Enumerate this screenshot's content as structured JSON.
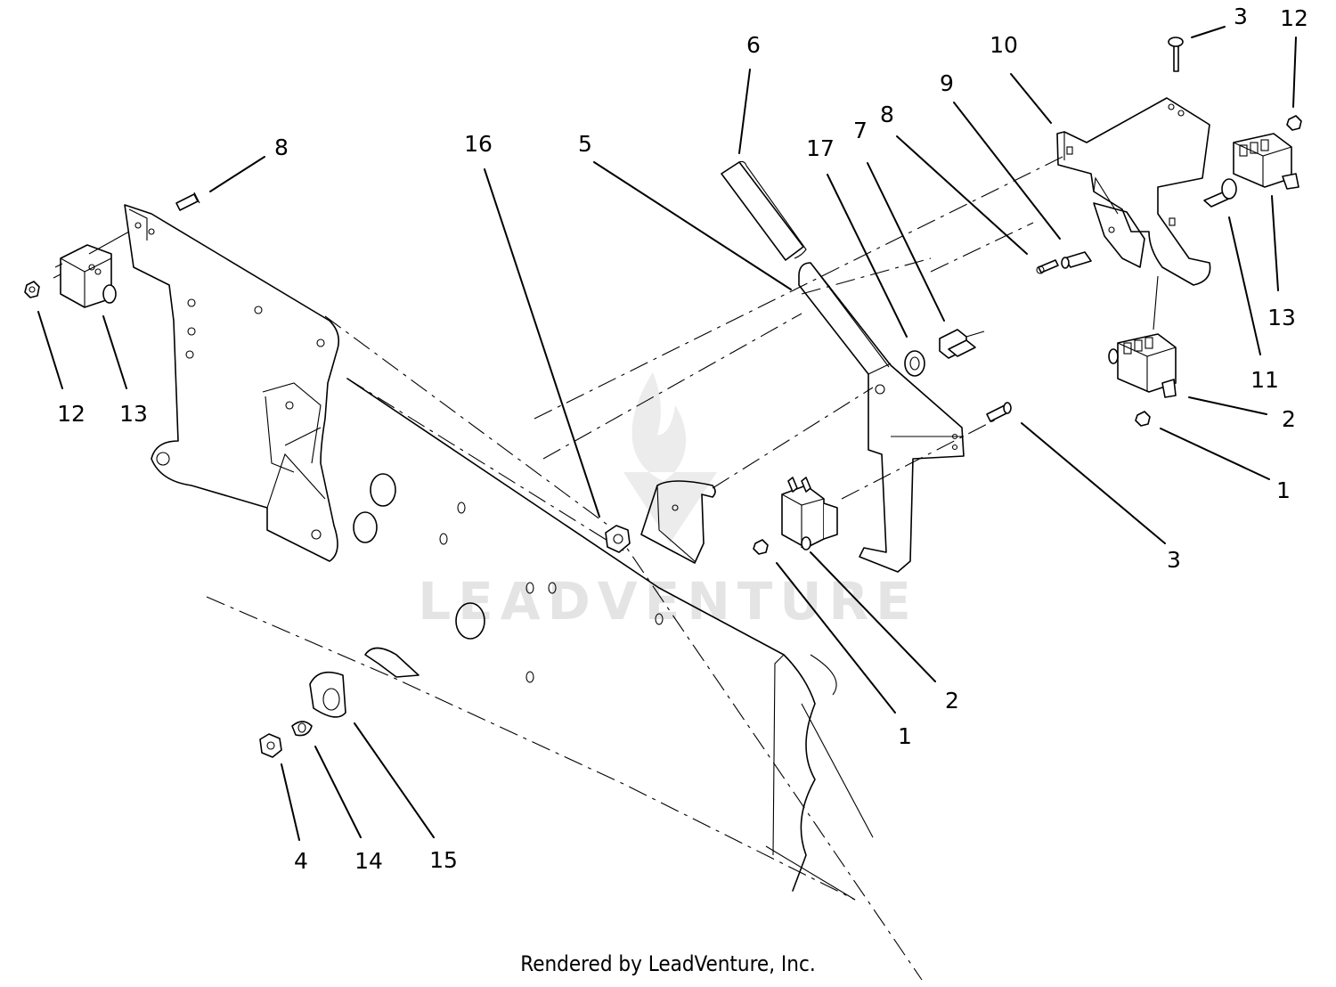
{
  "watermark": {
    "text": "LEADVENTURE",
    "logo": "leadventure-flame-logo"
  },
  "credit": "Rendered by LeadVenture, Inc.",
  "callouts": {
    "c3_top": "3",
    "c12_top_right": "12",
    "c6": "6",
    "c10": "10",
    "c9": "9",
    "c8_right": "8",
    "c7": "7",
    "c17": "17",
    "c16": "16",
    "c5": "5",
    "c8_left": "8",
    "c12_left": "12",
    "c13_left": "13",
    "c13_right": "13",
    "c11": "11",
    "c2_right": "2",
    "c1_right": "1",
    "c3_right": "3",
    "c2_bottom": "2",
    "c1_bottom": "1",
    "c4": "4",
    "c14": "14",
    "c15": "15"
  }
}
